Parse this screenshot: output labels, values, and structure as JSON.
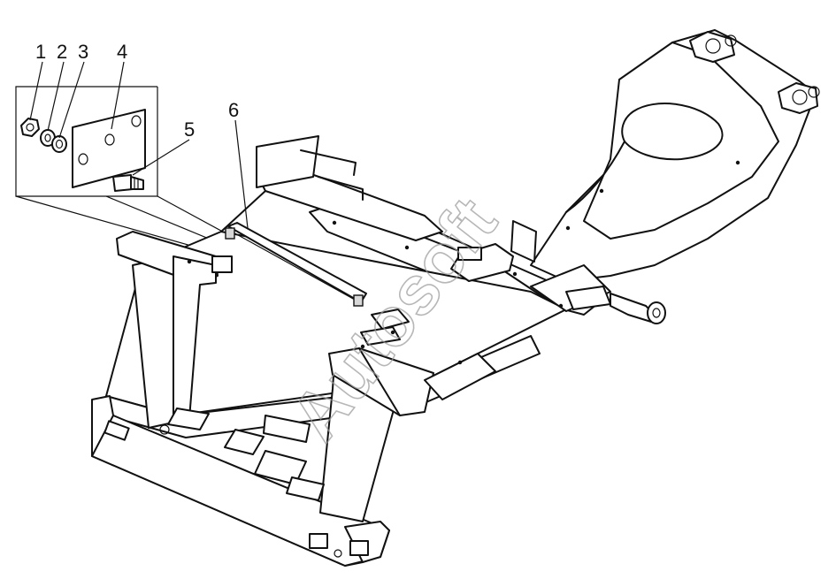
{
  "callouts": [
    {
      "id": "1",
      "label": "1"
    },
    {
      "id": "2",
      "label": "2"
    },
    {
      "id": "3",
      "label": "3"
    },
    {
      "id": "4",
      "label": "4"
    },
    {
      "id": "5",
      "label": "5"
    },
    {
      "id": "6",
      "label": "6"
    }
  ],
  "watermark": "Autosoft",
  "line_color": "#111111",
  "watermark_color": "#9a9a9a"
}
